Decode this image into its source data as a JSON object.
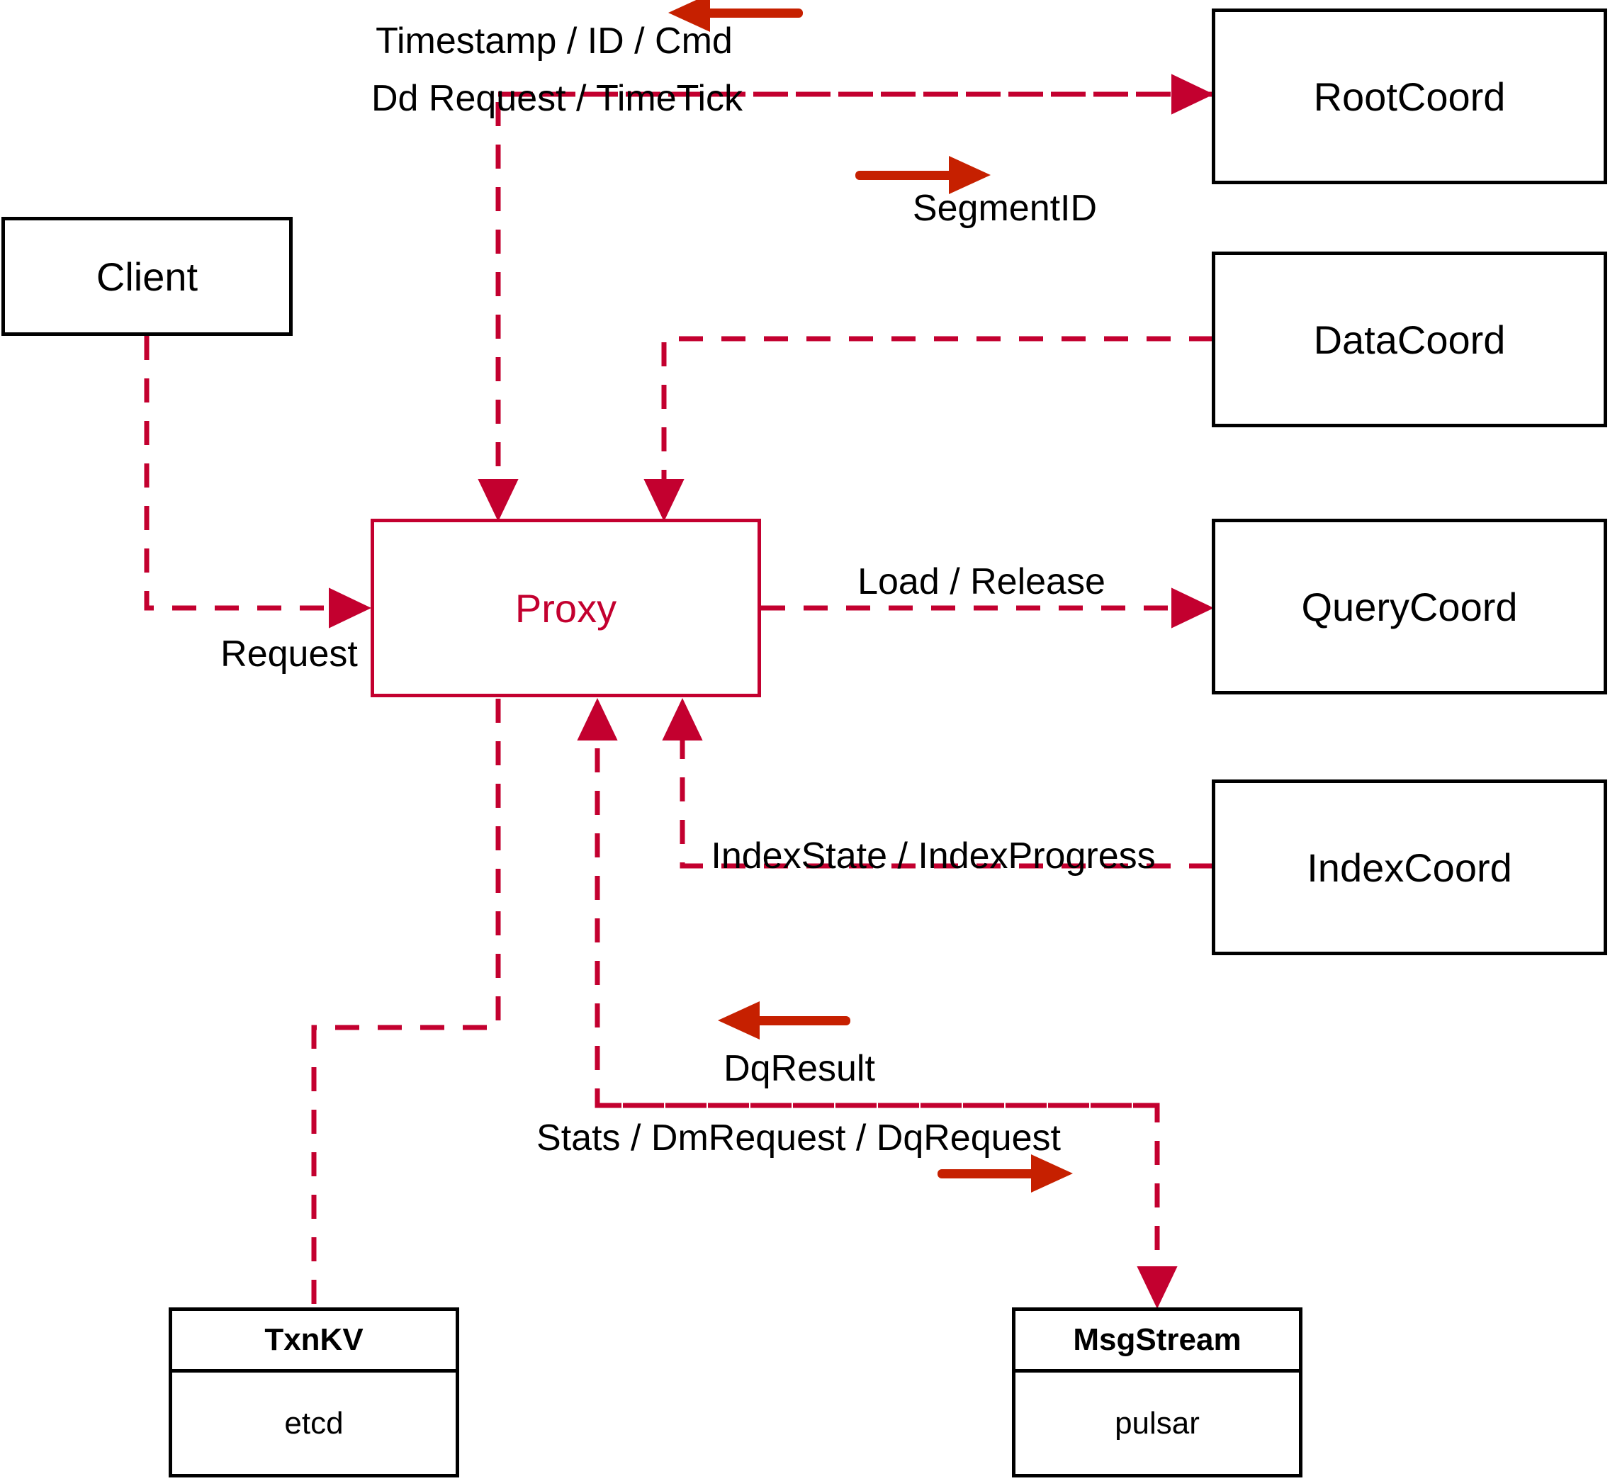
{
  "diagram": {
    "title": "Milvus Proxy component interaction diagram",
    "colors": {
      "node_stroke": "#000000",
      "proxy_stroke": "#C3002F",
      "wire": "#C3002F",
      "legend_arrow": "#C62000",
      "background": "#FFFFFF"
    }
  },
  "nodes": {
    "client": {
      "label": "Client"
    },
    "proxy": {
      "label": "Proxy"
    },
    "root_coord": {
      "label": "RootCoord"
    },
    "data_coord": {
      "label": "DataCoord"
    },
    "query_coord": {
      "label": "QueryCoord"
    },
    "index_coord": {
      "label": "IndexCoord"
    },
    "txnkv": {
      "header": "TxnKV",
      "body": "etcd"
    },
    "msgstream": {
      "header": "MsgStream",
      "body": "pulsar"
    }
  },
  "edges": [
    {
      "id": "client-proxy",
      "label": "Request",
      "from": "Client",
      "to": "Proxy",
      "direction": "right"
    },
    {
      "id": "rootcoord-in",
      "label": "Timestamp / ID / Cmd",
      "from": "RootCoord",
      "to": "Proxy",
      "direction": "left"
    },
    {
      "id": "rootcoord-out",
      "label": "Dd Request / TimeTick",
      "from": "Proxy",
      "to": "RootCoord",
      "direction": "right"
    },
    {
      "id": "datacoord-segmentid",
      "label": "SegmentID",
      "from": "DataCoord",
      "to": "Proxy",
      "direction": "left"
    },
    {
      "id": "querycoord-load",
      "label": "Load / Release",
      "from": "Proxy",
      "to": "QueryCoord",
      "direction": "right"
    },
    {
      "id": "indexcoord-state",
      "label": "IndexState / IndexProgress",
      "from": "IndexCoord",
      "to": "Proxy",
      "direction": "left"
    },
    {
      "id": "msgstream-result",
      "label": "DqResult",
      "from": "MsgStream",
      "to": "Proxy",
      "direction": "left"
    },
    {
      "id": "msgstream-request",
      "label": "Stats / DmRequest / DqRequest",
      "from": "Proxy",
      "to": "MsgStream",
      "direction": "right"
    }
  ],
  "legend_arrows": [
    {
      "id": "arrow-timestamp-id-cmd",
      "for": "Timestamp / ID / Cmd",
      "direction": "left"
    },
    {
      "id": "arrow-dd-request",
      "for": "Dd Request / TimeTick",
      "direction": "right"
    },
    {
      "id": "arrow-dqresult",
      "for": "DqResult",
      "direction": "left"
    },
    {
      "id": "arrow-stats-dmrequest",
      "for": "Stats / DmRequest / DqRequest",
      "direction": "right"
    }
  ]
}
